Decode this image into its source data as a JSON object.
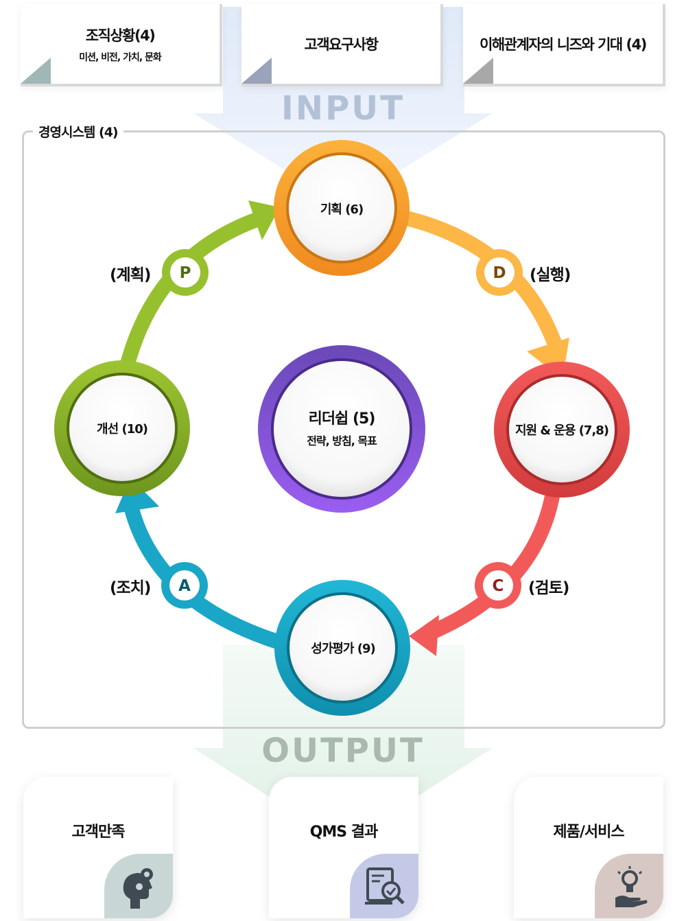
{
  "inputs": [
    {
      "title": "조직상황(4)",
      "subtitle": "미션, 비전, 가치, 문화"
    },
    {
      "title": "고객요구사항",
      "subtitle": ""
    },
    {
      "title": "이해관계자의 니즈와 기대 (4)",
      "subtitle": ""
    }
  ],
  "input_label": "INPUT",
  "output_label": "OUTPUT",
  "system_label": "경영시스템 (4)",
  "nodes": {
    "planning": {
      "label": "기획 (6)"
    },
    "support": {
      "label": "지원 & 운용 (7,8)"
    },
    "evaluation": {
      "label": "성가평가 (9)"
    },
    "improvement": {
      "label": "개선 (10)"
    },
    "leadership": {
      "title": "리더쉽 (5)",
      "subtitle": "전략, 방침, 목표"
    }
  },
  "phases": {
    "P": {
      "letter": "P",
      "label": "(계획)"
    },
    "D": {
      "letter": "D",
      "label": "(실행)"
    },
    "C": {
      "letter": "C",
      "label": "(검토)"
    },
    "A": {
      "letter": "A",
      "label": "(조치)"
    }
  },
  "outputs": [
    {
      "title": "고객만족",
      "icon": "head-gear-icon"
    },
    {
      "title": "QMS 결과",
      "icon": "document-search-icon"
    },
    {
      "title": "제품/서비스",
      "icon": "lightbulb-hand-icon"
    }
  ],
  "colors": {
    "orange": "#f7a531",
    "red": "#ec4e4e",
    "blue": "#17a6c7",
    "green": "#8db927",
    "purple": "#7c4bd9"
  }
}
